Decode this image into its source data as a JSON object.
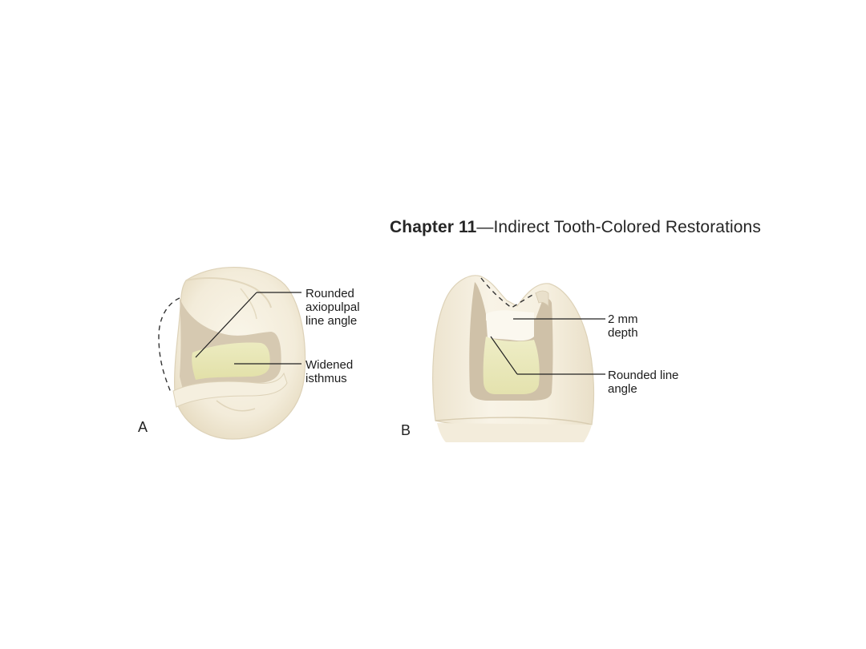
{
  "header": {
    "chapter_label": "Chapter 11",
    "chapter_title": "—Indirect Tooth-Colored Restorations"
  },
  "panel_a": {
    "letter": "A",
    "labels": {
      "axiopulpal": [
        "Rounded",
        "axiopulpal",
        "line angle"
      ],
      "isthmus": [
        "Widened",
        "isthmus"
      ]
    }
  },
  "panel_b": {
    "letter": "B",
    "labels": {
      "depth": [
        "2 mm",
        "depth"
      ],
      "line_angle": [
        "Rounded line",
        "angle"
      ]
    }
  },
  "colors": {
    "enamel": "#f4efe0",
    "enamel_shadow": "#e6dcc4",
    "prep_wall": "#cdbfa8",
    "prep_floor": "#e8e8b4",
    "outline": "#c9bda6",
    "leader": "#222222"
  }
}
